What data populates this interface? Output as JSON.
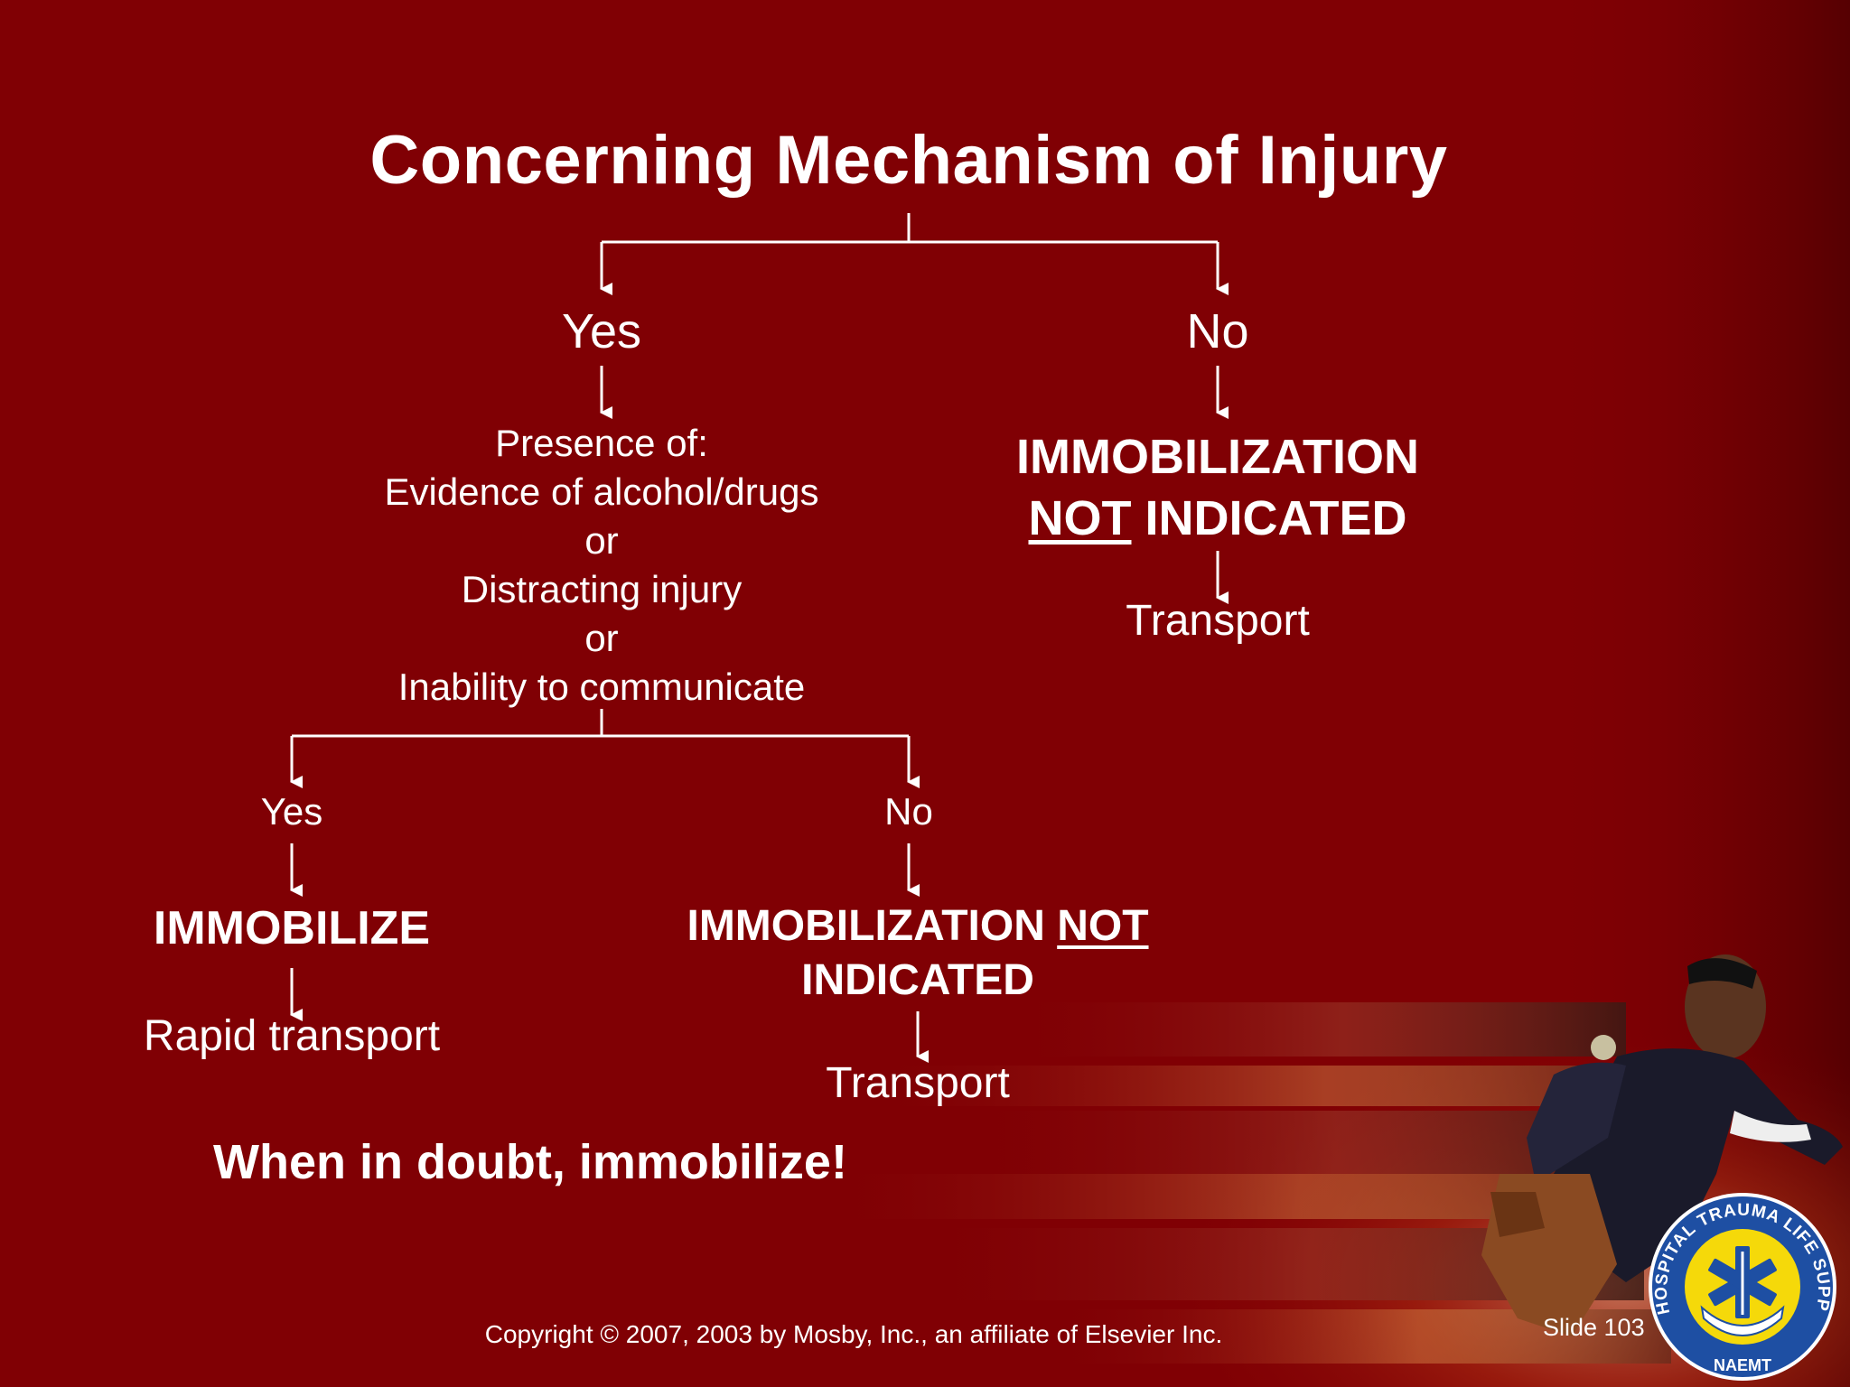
{
  "slide": {
    "title": "Concerning Mechanism of Injury",
    "yes_label": "Yes",
    "no_label": "No",
    "presence_lines": [
      "Presence of:",
      "Evidence of alcohol/drugs",
      "or",
      "Distracting injury",
      "or",
      "Inability to communicate"
    ],
    "no_outcome": {
      "line1": "IMMOBILIZATION",
      "not_word": "NOT",
      "rest": "INDICATED"
    },
    "no_transport": "Transport",
    "sub_yes_label": "Yes",
    "sub_no_label": "No",
    "immobilize": "IMMOBILIZE",
    "rapid_transport": "Rapid transport",
    "sub_no_outcome": {
      "prefix": "IMMOBILIZATION",
      "not_word": "NOT",
      "line2": "INDICATED"
    },
    "sub_no_transport": "Transport",
    "doubt": "When in doubt, immobilize!",
    "copyright": "Copyright © 2007, 2003 by Mosby, Inc., an affiliate of Elsevier Inc.",
    "slide_number": "Slide 103"
  },
  "logo": {
    "ring_text": "Pre HOSPITAL TRAUMA LIFE SUPPORT",
    "bottom_text": "NAEMT"
  },
  "colors": {
    "background": "#800004",
    "text": "#ffffff",
    "logo_blue": "#1e4fa3",
    "logo_yellow": "#f5d90a"
  }
}
